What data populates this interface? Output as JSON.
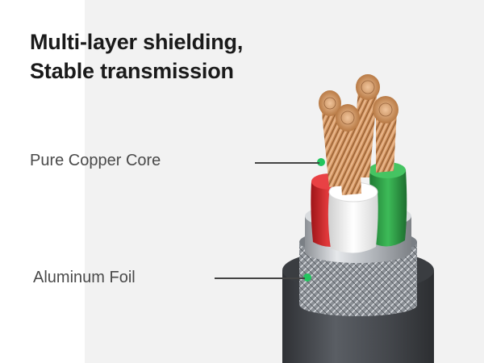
{
  "headline": {
    "line1": "Multi-layer shielding,",
    "line2": "Stable transmission"
  },
  "callouts": {
    "copper_core": "Pure Copper Core",
    "aluminum_foil": "Aluminum Foil"
  },
  "colors": {
    "background": "#f2f2f2",
    "jacket": "#4a4d52",
    "foil": "#c9ccd1",
    "braid": "#9ea2a8",
    "wire_red": "#d8282c",
    "wire_white": "#f5f5f5",
    "wire_green": "#2e9b45",
    "copper": "#c98a55",
    "marker": "#22c55e"
  }
}
